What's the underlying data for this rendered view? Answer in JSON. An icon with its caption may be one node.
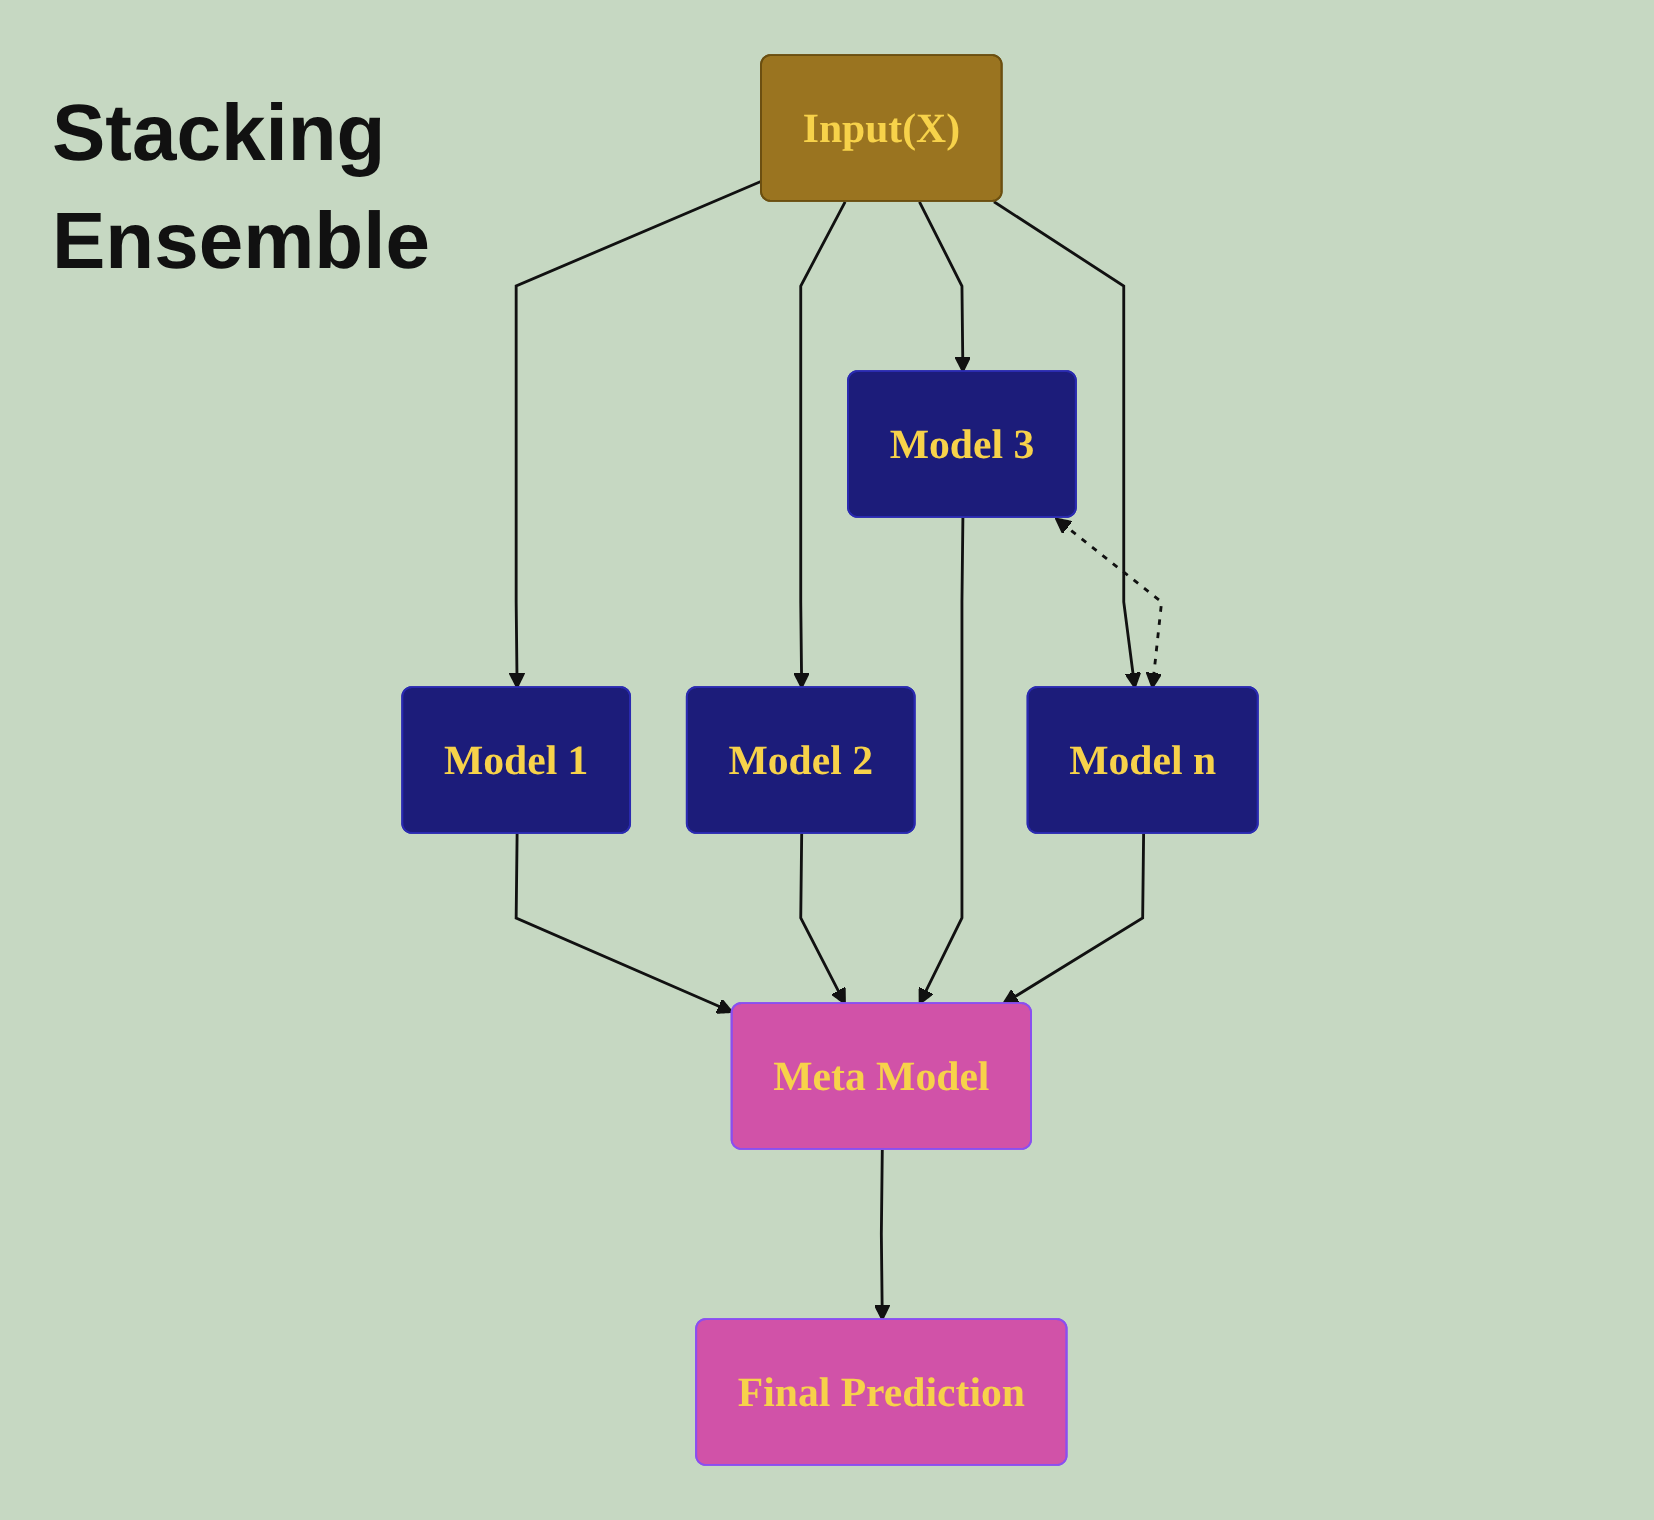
{
  "diagram": {
    "title": "Stacking Ensemble",
    "nodes": [
      {
        "text": [
          "Input(X)"
        ]
      },
      {
        "text": [
          "Model 1"
        ]
      },
      {
        "text": [
          "Model 2"
        ]
      },
      {
        "text": [
          "Model 3"
        ]
      },
      {
        "text": [
          "Model n"
        ]
      },
      {
        "text": [
          "Meta Model"
        ]
      },
      {
        "text": [
          "Final Prediction"
        ]
      }
    ],
    "edges": [
      {
        "from": 0,
        "to": 1,
        "arrow": "to"
      },
      {
        "from": 0,
        "to": 2,
        "arrow": "to"
      },
      {
        "from": 0,
        "to": 3,
        "arrow": "to"
      },
      {
        "from": 0,
        "to": 4,
        "arrow": "to"
      },
      {
        "from": 3,
        "to": 4,
        "arrow": "both",
        "style": "dashed"
      },
      {
        "from": 1,
        "to": 5,
        "arrow": "to"
      },
      {
        "from": 2,
        "to": 5,
        "arrow": "to"
      },
      {
        "from": 3,
        "to": 5,
        "arrow": "to"
      },
      {
        "from": 4,
        "to": 5,
        "arrow": "to"
      },
      {
        "from": 5,
        "to": 6,
        "arrow": "to"
      }
    ]
  }
}
